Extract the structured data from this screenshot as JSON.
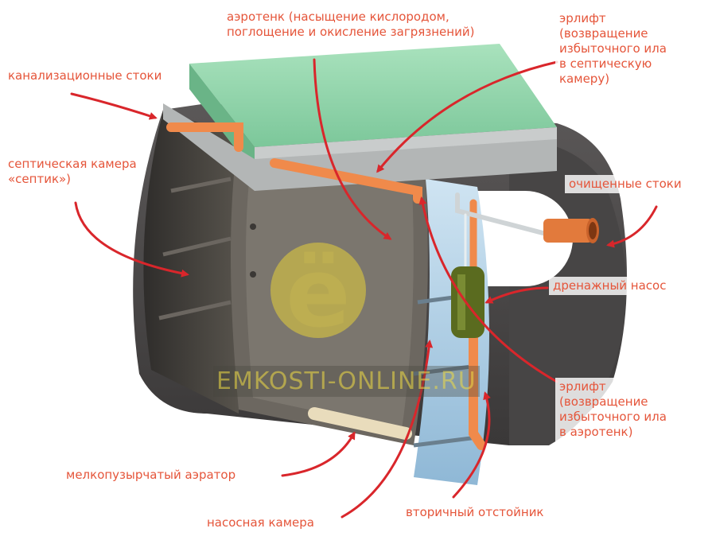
{
  "labels": {
    "aerotank": "аэротенк (насыщение кислородом,\nпоглощение и окисление загрязнений)",
    "airlift_top": "эрлифт\n(возвращение\nизбыточного ила\nв септическую\nкамеру)",
    "inflow": "канализационные стоки",
    "septic": "септическая камера\n«септик»)",
    "outflow": "очищенные стоки",
    "pump": "дренажный насос",
    "airlift_bottom": "эрлифт\n(возвращение\nизбыточного ила\nв аэротенк)",
    "aerator": "мелкопузырчатый аэратор",
    "pump_chamber": "насосная камера",
    "clarifier": "вторичный отстойник"
  },
  "watermark": {
    "text": "EMKOSTI-ONLINE.RU",
    "logo": "ё"
  },
  "colors": {
    "label_text": "#e5553a",
    "arrow": "#d9262b",
    "lid": "#8fd6a9",
    "tank": "#4a4848",
    "pipe": "#f08a4b",
    "pump": "#5a6b1f",
    "clarifier_water": "#b9d8ee"
  }
}
